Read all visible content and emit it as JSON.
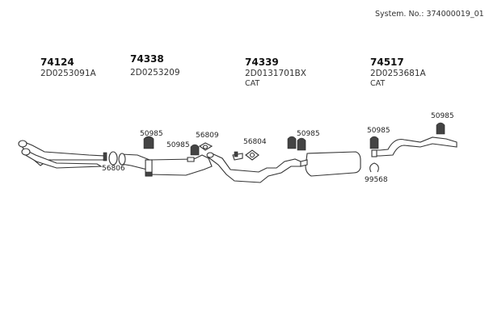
{
  "header": {
    "system_number": "System. No.: 374000019_01"
  },
  "groups": [
    {
      "part_no": "74124",
      "oe_no": "2D0253091A",
      "note": ""
    },
    {
      "part_no": "74338",
      "oe_no": "2D0253209",
      "note": ""
    },
    {
      "part_no": "74339",
      "oe_no": "2D0131701BX",
      "note": "CAT"
    },
    {
      "part_no": "74517",
      "oe_no": "2D0253681A",
      "note": "CAT"
    }
  ],
  "callouts": {
    "hanger_a": "50985",
    "hanger_b": "50985",
    "hanger_c": "50985",
    "hanger_d": "50985",
    "hanger_e": "50985",
    "gasket_a": "56809",
    "gasket_b": "56804",
    "ring": "56806",
    "clamp": "99568"
  }
}
